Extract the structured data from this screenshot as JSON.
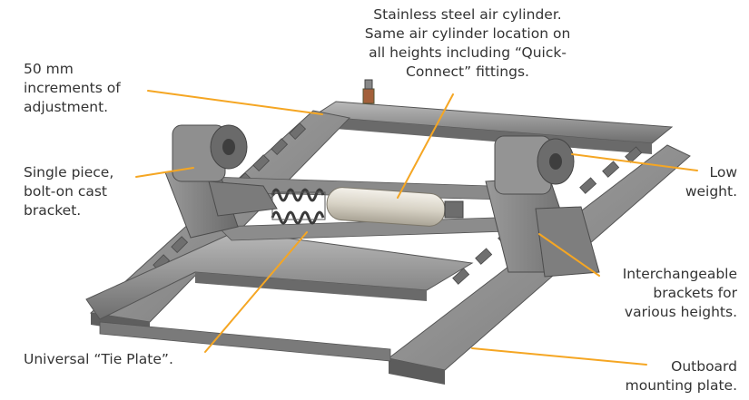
{
  "colors": {
    "leader": "#F5A623",
    "text": "#333333",
    "metal": "#8A8A8A"
  },
  "annotations": {
    "air_cylinder": [
      "Stainless steel air cylinder.",
      "Same air cylinder location on",
      "all heights including “Quick-",
      "Connect” fittings."
    ],
    "increments": [
      "50 mm",
      "increments of",
      "adjustment."
    ],
    "bracket_single": [
      "Single piece,",
      "bolt-on cast",
      "bracket."
    ],
    "low_weight": [
      "Low",
      "weight."
    ],
    "interchangeable": [
      "Interchangeable",
      "brackets for",
      "various heights."
    ],
    "tie_plate": [
      "Universal “Tie Plate”."
    ],
    "outboard": [
      "Outboard",
      "mounting plate."
    ]
  }
}
